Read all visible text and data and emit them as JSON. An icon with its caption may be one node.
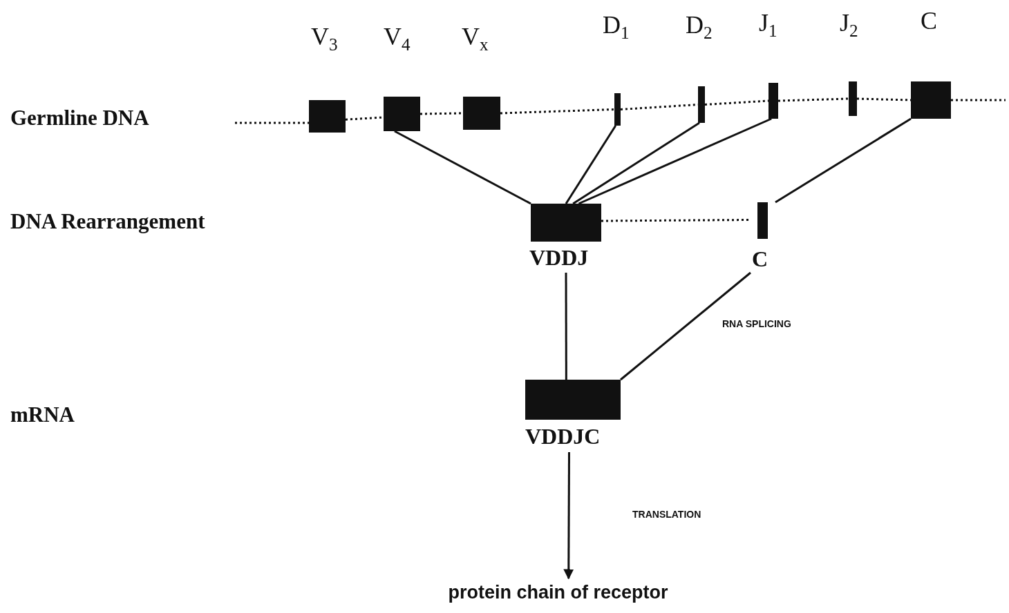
{
  "diagram": {
    "nodes": [
      {
        "text": [],
        "shape": "box",
        "beside": [
          "V$_{3}$"
        ]
      },
      {
        "text": [],
        "shape": "box",
        "beside": [
          "V$_{4}$"
        ]
      },
      {
        "text": [],
        "shape": "box",
        "beside": [
          "V$_{x}$"
        ]
      },
      {
        "text": [],
        "shape": "bar",
        "beside": [
          "D$_{1}$"
        ]
      },
      {
        "text": [],
        "shape": "bar",
        "beside": [
          "D$_{2}$"
        ]
      },
      {
        "text": [],
        "shape": "bar",
        "beside": [
          "J$_{1}$"
        ]
      },
      {
        "text": [],
        "shape": "bar",
        "beside": [
          "J$_{2}$"
        ]
      },
      {
        "text": [],
        "shape": "box",
        "beside": [
          "C"
        ]
      },
      {
        "text": [
          "VDDJ"
        ]
      },
      {
        "text": [
          "C"
        ]
      },
      {
        "text": [
          "VDDJC"
        ]
      },
      {
        "text": [
          "protein chain of receptor"
        ]
      }
    ],
    "edges": [
      {
        "from": null,
        "to": 0,
        "arrow": "none",
        "style": "dashed"
      },
      {
        "from": 0,
        "to": 1,
        "arrow": "none",
        "style": "dashed"
      },
      {
        "from": 1,
        "to": 2,
        "arrow": "none",
        "style": "dashed"
      },
      {
        "from": 2,
        "to": 3,
        "arrow": "none",
        "style": "dashed"
      },
      {
        "from": 3,
        "to": 4,
        "arrow": "none",
        "style": "dashed"
      },
      {
        "from": 4,
        "to": 5,
        "arrow": "none",
        "style": "dashed"
      },
      {
        "from": 5,
        "to": 6,
        "arrow": "none",
        "style": "dashed"
      },
      {
        "from": 6,
        "to": 7,
        "arrow": "none",
        "style": "dashed"
      },
      {
        "from": 7,
        "to": null,
        "arrow": "none",
        "style": "dashed"
      },
      {
        "from": 1,
        "to": 8,
        "arrow": "none"
      },
      {
        "from": 3,
        "to": 8,
        "arrow": "none"
      },
      {
        "from": 4,
        "to": 8,
        "arrow": "none"
      },
      {
        "from": 5,
        "to": 8,
        "arrow": "none"
      },
      {
        "from": 7,
        "to": 9,
        "arrow": "none"
      },
      {
        "from": 8,
        "to": 9,
        "arrow": "none",
        "style": "dashed"
      },
      {
        "from": 8,
        "to": 10,
        "arrow": "none"
      },
      {
        "from": 9,
        "to": 10,
        "arrow": "none"
      },
      {
        "from": 10,
        "to": 11,
        "arrow": "to"
      }
    ],
    "labels": [
      "Germline DNA",
      "DNA Rearrangement",
      "mRNA",
      "RNA SPLICING",
      "TRANSLATION"
    ]
  }
}
